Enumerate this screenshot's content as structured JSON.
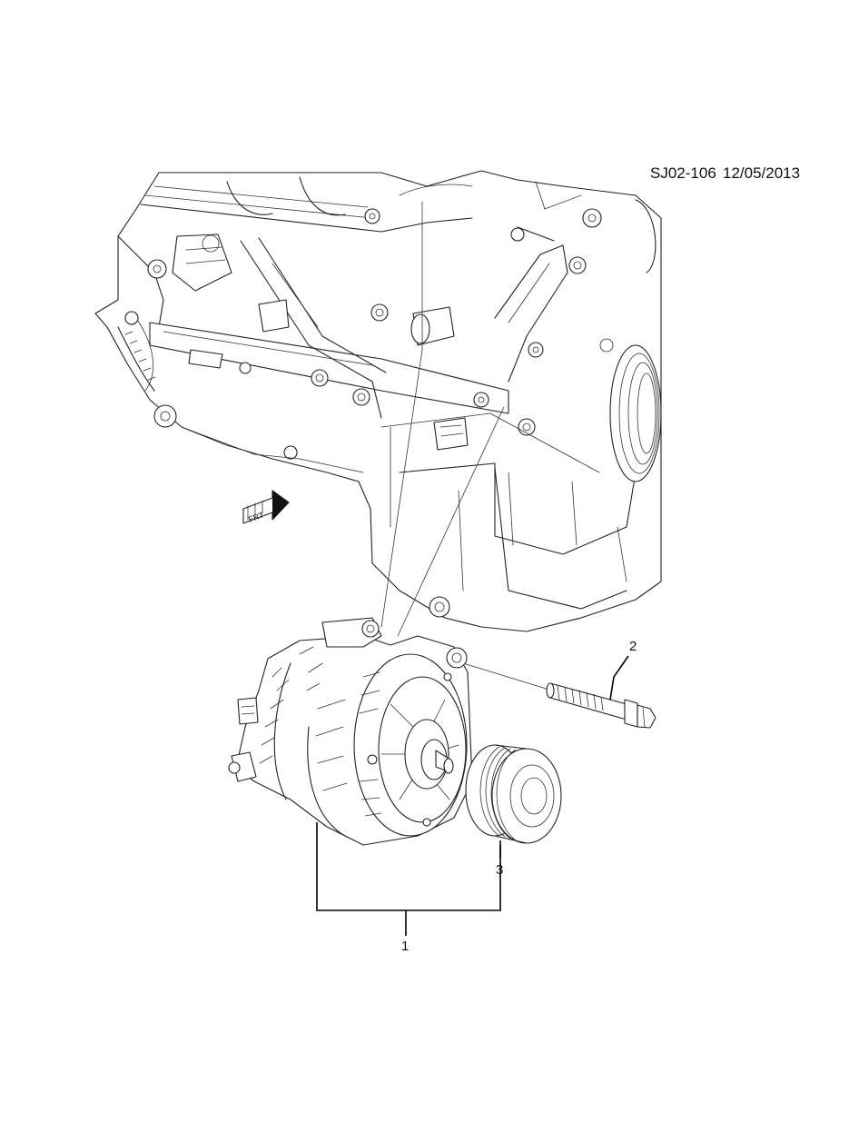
{
  "diagram": {
    "code": "SJ02-106",
    "date": "12/05/2013",
    "direction_marker": "FRT",
    "callouts": [
      {
        "id": "1",
        "text": "1"
      },
      {
        "id": "2",
        "text": "2"
      },
      {
        "id": "3",
        "text": "3"
      }
    ],
    "line_color": "#222222",
    "background": "#ffffff",
    "icons": [
      "engine-block-illustration",
      "alternator-illustration",
      "bolt-illustration",
      "pulley-illustration",
      "front-arrow-icon"
    ]
  }
}
